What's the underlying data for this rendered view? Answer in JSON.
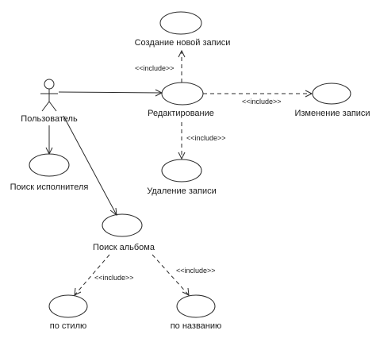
{
  "actor": {
    "label": "Пользователь",
    "icon": "stick-figure-icon"
  },
  "use_cases": {
    "create": {
      "label": "Создание новой записи"
    },
    "edit": {
      "label": "Редактирование"
    },
    "change": {
      "label": "Изменение записи"
    },
    "delete": {
      "label": "Удаление записи"
    },
    "artist": {
      "label": "Поиск исполнителя"
    },
    "album": {
      "label": "Поиск альбома"
    },
    "by_style": {
      "label": "по стилю"
    },
    "by_name": {
      "label": "по названию"
    }
  },
  "relations": {
    "include_create": "<<include>>",
    "include_change": "<<include>>",
    "include_delete": "<<include>>",
    "include_style": "<<include>>",
    "include_name": "<<include>>"
  }
}
